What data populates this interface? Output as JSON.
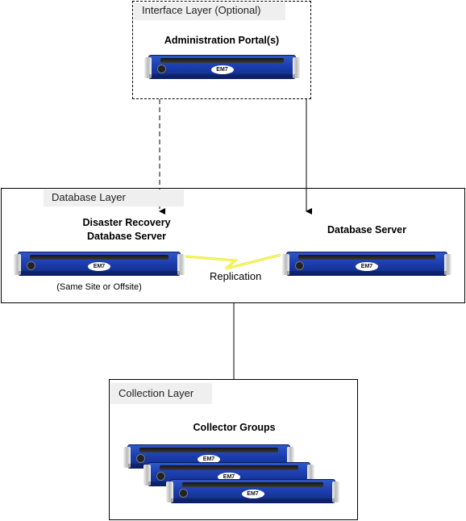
{
  "interface_layer": {
    "label": "Interface Layer (Optional)",
    "title": "Administration Portal(s)",
    "server_logo": "EM7",
    "border_style": "dashed"
  },
  "database_layer": {
    "label": "Database Layer",
    "dr_title_line1": "Disaster Recovery",
    "dr_title_line2": "Database Server",
    "dr_note": "(Same Site or Offsite)",
    "db_title": "Database Server",
    "replication_label": "Replication",
    "server_logo": "EM7"
  },
  "collection_layer": {
    "label": "Collection Layer",
    "title": "Collector Groups",
    "server_logo": "EM7"
  },
  "colors": {
    "server_blue": "#1d3fb0",
    "tab_gray": "#efefef",
    "replication_yellow": "#ffff33"
  }
}
